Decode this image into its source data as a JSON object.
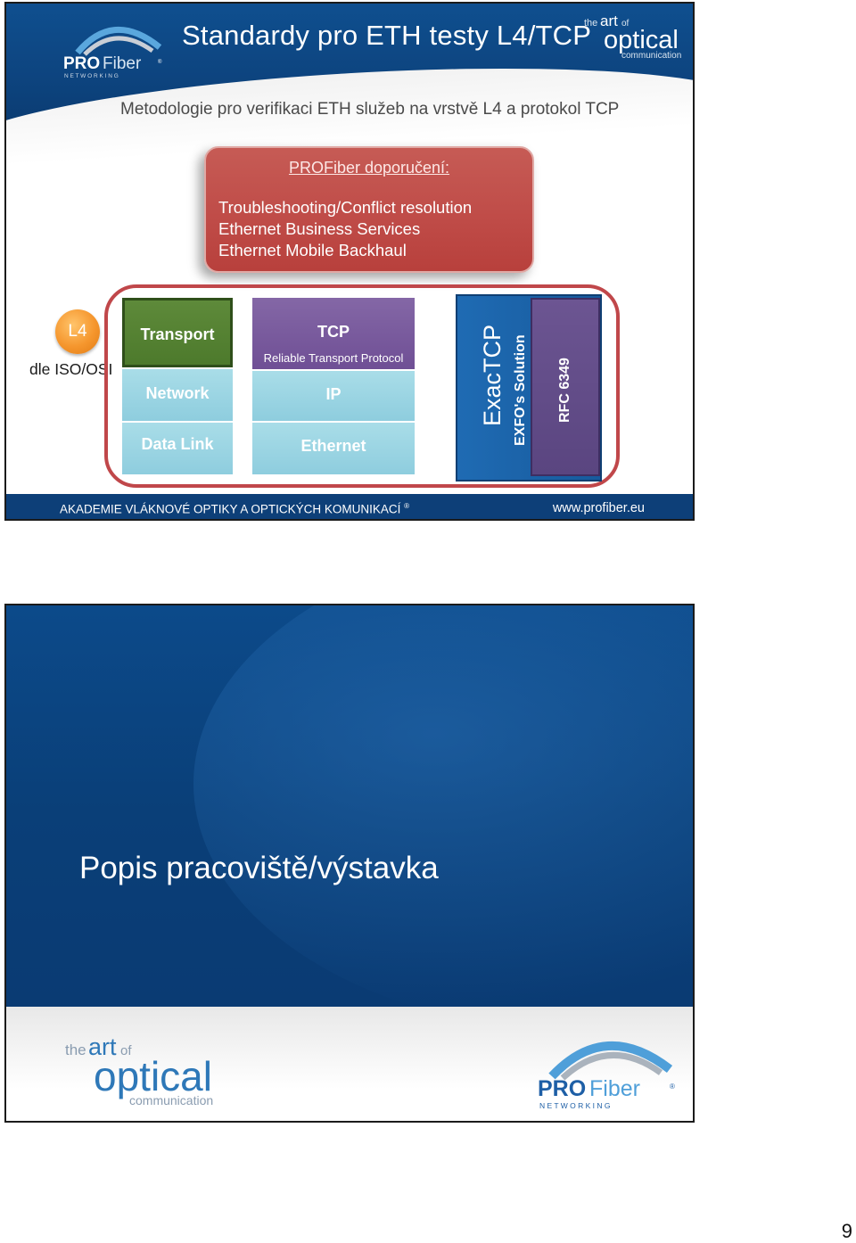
{
  "slide1": {
    "title": "Standardy pro ETH testy L4/TCP",
    "subtitle": "Metodologie pro verifikaci ETH služeb na vrstvě L4 a protokol TCP",
    "logo_left": {
      "brand_bold": "PRO",
      "brand_light": "Fiber",
      "tagline": "N E T W O R K I N G",
      "reg": "®"
    },
    "logo_right": {
      "the": "the",
      "art": "art",
      "of": "of",
      "optical": "optical",
      "communication": "communication"
    },
    "recommendation": {
      "heading": "PROFiber doporučení:",
      "items": [
        "Troubleshooting/Conflict resolution",
        "Ethernet Business Services",
        "Ethernet Mobile Backhaul"
      ]
    },
    "layer_badge": "L4",
    "iso_label": "dle ISO/OSI",
    "osi_layers": [
      "Transport",
      "Network",
      "Data Link"
    ],
    "protocols": {
      "tcp": "TCP",
      "tcp_sub": "Reliable Transport Protocol",
      "ip": "IP",
      "ethernet": "Ethernet"
    },
    "exfo": {
      "product": "ExacTCP",
      "solution": "EXFO's Solution",
      "rfc": "RFC 6349"
    },
    "footer": {
      "left": "AKADEMIE VLÁKNOVÉ OPTIKY  A OPTICKÝCH KOMUNIKACÍ",
      "reg": "®",
      "right": "www.profiber.eu"
    },
    "colors": {
      "header_blue": "#0d447f",
      "reco_red": "#bf4b47",
      "transport_green": "#4d7a2c",
      "tcp_purple": "#6f4f95",
      "layer_cyan": "#8ecdde",
      "exfo_blue": "#1f6bb3",
      "badge_orange": "#f5962d"
    }
  },
  "slide2": {
    "title": "Popis pracoviště/výstavka",
    "logo_art": {
      "the": "the",
      "art": "art",
      "of": "of",
      "optical": "optical",
      "communication": "communication"
    },
    "logo_pro": {
      "brand_bold": "PRO",
      "brand_light": "Fiber",
      "tagline": "N E T W O R K I N G",
      "reg": "®"
    }
  },
  "page_number": "9"
}
